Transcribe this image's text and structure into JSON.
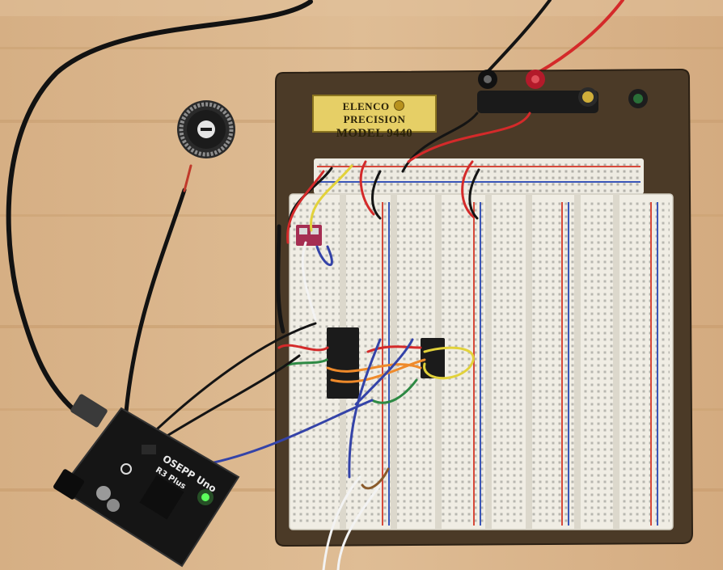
{
  "scene": {
    "description_free": true
  },
  "breadboard": {
    "brand_left": "ELENCO",
    "brand_right": "PRECISION",
    "model": "MODEL 9440"
  },
  "microcontroller": {
    "name": "OSEPP Uno",
    "subtitle": "R3 Plus"
  },
  "colors": {
    "wood": "#d9b48a",
    "plate": "#4b3a27",
    "breadboard": "#f0ede4",
    "rail_red": "#d6493a",
    "rail_blue": "#3a56b8",
    "pcb": "#151515",
    "led": "#5cff5c"
  }
}
